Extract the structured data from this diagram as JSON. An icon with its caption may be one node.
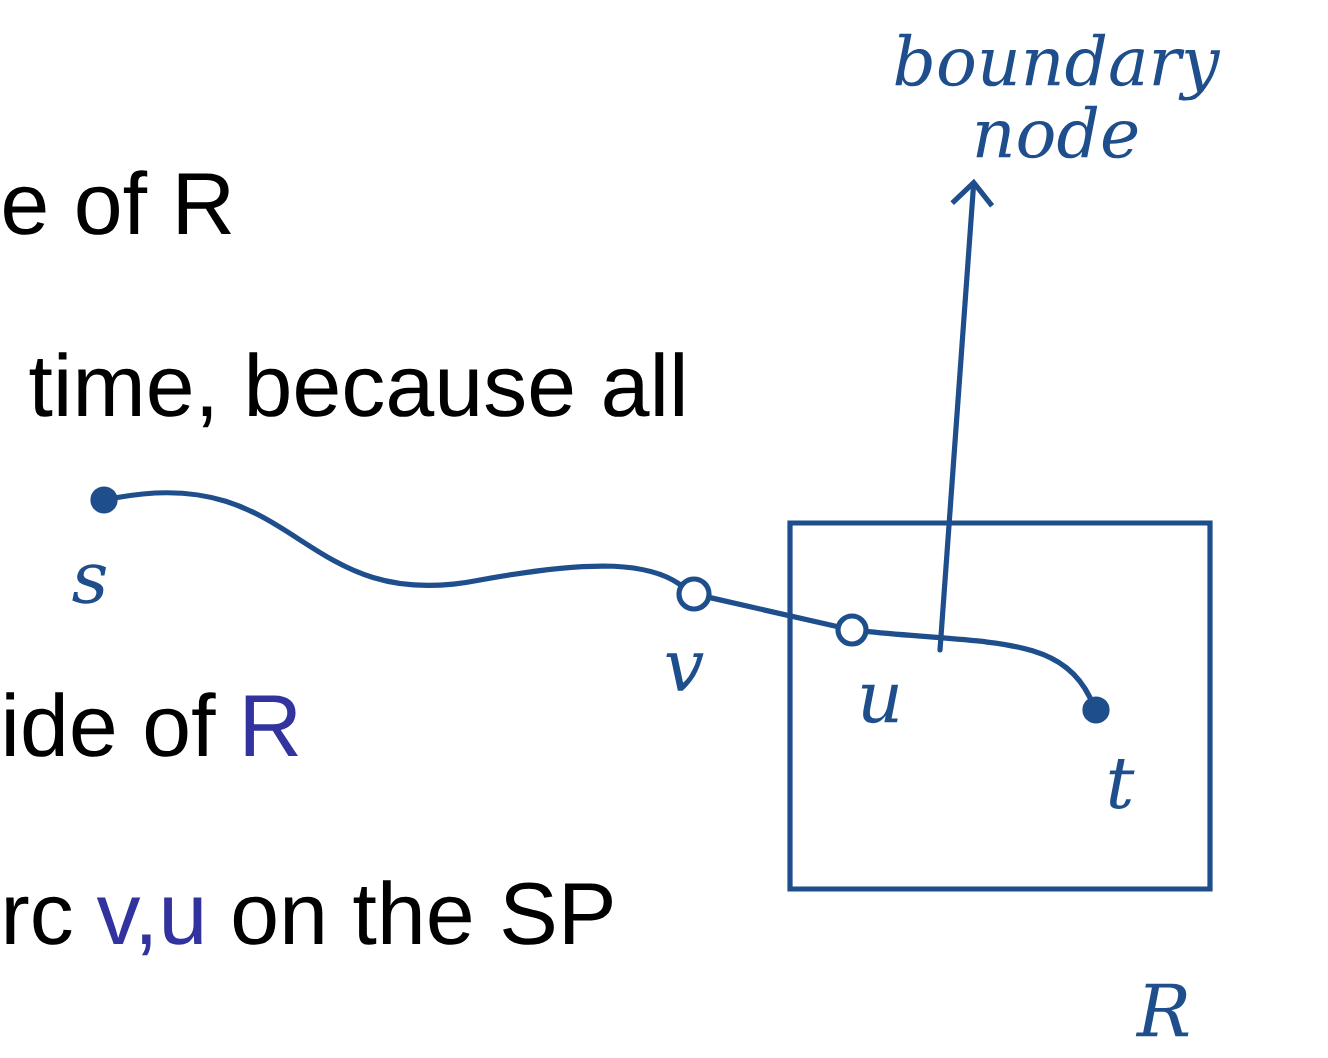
{
  "diagram": {
    "nodes": [
      {
        "text": [
          "boundary node"
        ]
      },
      {
        "text": [],
        "shape": "circle",
        "beside": [
          "s"
        ]
      },
      {
        "text": [],
        "shape": "circle",
        "beside": [
          "v"
        ]
      },
      {
        "text": [],
        "shape": "box",
        "beside": [
          "R"
        ]
      },
      {
        "text": [],
        "shape": "circle",
        "beside": [
          "u"
        ],
        "in": 3
      },
      {
        "text": [],
        "shape": "circle",
        "beside": [
          "t"
        ],
        "in": 3
      }
    ],
    "edges": [
      {
        "from": 1,
        "to": 2,
        "arrow": "none"
      },
      {
        "from": 2,
        "to": 4,
        "arrow": "none"
      },
      {
        "from": 4,
        "to": 5,
        "arrow": "none"
      },
      {
        "from": null,
        "to": 0,
        "arrow": "to"
      }
    ],
    "labels": [
      "e of R",
      "time, because all",
      "ide of",
      "R",
      "rc",
      "v,u",
      "on the SP"
    ]
  }
}
